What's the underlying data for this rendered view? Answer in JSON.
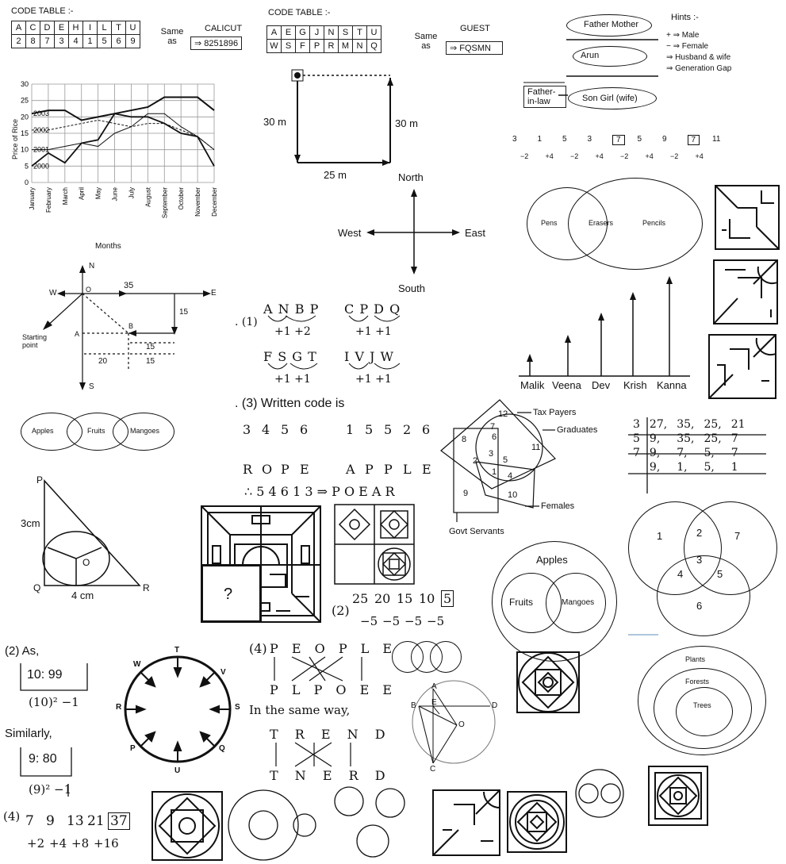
{
  "code1": {
    "heading": "CODE TABLE :-",
    "letters": [
      "A",
      "C",
      "D",
      "E",
      "H",
      "I",
      "L",
      "T",
      "U"
    ],
    "digits": [
      "2",
      "8",
      "7",
      "3",
      "4",
      "1",
      "5",
      "6",
      "9"
    ],
    "same_as": "Same as",
    "word": "CALICUT",
    "code": "⇒ 8251896"
  },
  "code2": {
    "heading": "CODE TABLE :-",
    "letters": [
      "A",
      "E",
      "G",
      "J",
      "N",
      "S",
      "T",
      "U"
    ],
    "digits": [
      "W",
      "S",
      "F",
      "P",
      "R",
      "M",
      "N",
      "Q"
    ],
    "same_as": "Same as",
    "word": "GUEST",
    "code": "⇒ FQSMN"
  },
  "family": {
    "top": "Father Mother",
    "arun": "Arun",
    "fil": "Father-in-law",
    "bottom": "Son   Girl (wife)",
    "hints_title": "Hints :-",
    "hints": [
      "+ ⇒ Male",
      "− ⇒ Female",
      "⇒ Husband & wife",
      "⇒ Generation Gap"
    ]
  },
  "series1": {
    "terms": [
      "3",
      "1",
      "5",
      "3",
      "7",
      "5",
      "9",
      "7",
      "11"
    ],
    "diffs": [
      "−2",
      "+4",
      "−2",
      "+4",
      "−2",
      "+4",
      "−2",
      "+4"
    ]
  },
  "chart_data": {
    "type": "line",
    "ylabel": "Price of Rice",
    "xlabel": "Months",
    "categories": [
      "January",
      "February",
      "March",
      "April",
      "May",
      "June",
      "July",
      "August",
      "September",
      "October",
      "November",
      "December"
    ],
    "ylim": [
      0,
      30
    ],
    "yticks": [
      "30",
      "25",
      "20",
      "15",
      "10",
      "5",
      "0"
    ],
    "series": [
      {
        "name": "2003",
        "values": [
          21,
          22,
          22,
          19,
          20,
          21,
          22,
          23,
          26,
          26,
          26,
          22
        ]
      },
      {
        "name": "2002",
        "values": [
          16,
          16,
          17,
          18,
          19,
          18,
          17,
          18,
          18,
          16,
          14,
          10
        ]
      },
      {
        "name": "2001",
        "values": [
          10,
          10,
          11,
          12,
          11,
          15,
          17,
          21,
          21,
          17,
          14,
          10
        ]
      },
      {
        "name": "2000",
        "values": [
          5,
          9,
          6,
          12,
          13,
          21,
          20,
          20,
          18,
          15,
          14,
          5
        ]
      }
    ]
  },
  "rect_path": {
    "left": "30 m",
    "right": "30 m",
    "bottom": "25 m"
  },
  "compass": {
    "north": "North",
    "south": "South",
    "east": "East",
    "west": "West"
  },
  "venn_pens": {
    "a": "Pens",
    "b": "Erasers",
    "c": "Pencils"
  },
  "heights": [
    "Malik",
    "Veena",
    "Dev",
    "Krish",
    "Kanna"
  ],
  "direction": {
    "n": "N",
    "s": "S",
    "e": "E",
    "w": "W",
    "o": "O",
    "d35": "35",
    "d15": "15",
    "a": "A",
    "b": "B",
    "d20": "20",
    "d15b": "15",
    "d15c": "15",
    "start": "Starting point"
  },
  "letters1": {
    "num": ". (1)",
    "g1": "A N B P",
    "g1d": "+1  +2",
    "g2": "C P D Q",
    "g2d": "+1  +1",
    "g3": "F S G T",
    "g3d": "+1  +1",
    "g4": "I V J W",
    "g4d": "+1  +1"
  },
  "written": {
    "title": ". (3) Written code is",
    "n1": [
      "3",
      "4",
      "5",
      "6"
    ],
    "w1": [
      "R",
      "O",
      "P",
      "E"
    ],
    "n2": [
      "1",
      "5",
      "5",
      "2",
      "6"
    ],
    "w2": [
      "A",
      "P",
      "P",
      "L",
      "E"
    ],
    "result": "∴ 5 4 6 1 3 ⇒ P O E A R"
  },
  "venn_tax": {
    "tax": "Tax Payers",
    "grad": "Graduates",
    "fem": "Females",
    "govt": "Govt Servants",
    "nums": [
      "12",
      "7",
      "6",
      "8",
      "11",
      "3",
      "2",
      "5",
      "1",
      "4",
      "9",
      "10"
    ]
  },
  "division": {
    "rows": [
      [
        "3",
        "27,",
        "35,",
        "25,",
        "21"
      ],
      [
        "5",
        "9,",
        "35,",
        "25,",
        "7"
      ],
      [
        "7",
        "9,",
        "7,",
        "5,",
        "7"
      ],
      [
        "",
        "9,",
        "1,",
        "5,",
        "1"
      ]
    ]
  },
  "venn_fruits": {
    "a": "Apples",
    "b": "Fruits",
    "c": "Mangoes"
  },
  "triangle": {
    "p": "P",
    "q": "Q",
    "r": "R",
    "o": "O",
    "side": "3cm",
    "base": "4 cm"
  },
  "question_mark": "?",
  "series2": {
    "num": "(2)",
    "terms": [
      "25",
      "20",
      "15",
      "10",
      "5"
    ],
    "diffs": [
      "−5",
      "−5",
      "−5",
      "−5"
    ]
  },
  "venn_apples": {
    "outer": "Apples",
    "a": "Fruits",
    "b": "Mangoes"
  },
  "venn3": {
    "nums": [
      "1",
      "2",
      "7",
      "3",
      "4",
      "5",
      "6"
    ]
  },
  "analogy": {
    "as": "(2) As,",
    "pair1": "10:   99",
    "f1": "(10)² −1",
    "similarly": "Similarly,",
    "pair2": "9:   80",
    "f2": "(9)² −1"
  },
  "clock": {
    "t": "T",
    "v": "V",
    "s": "S",
    "q": "Q",
    "u": "U",
    "p": "P",
    "r": "R",
    "w": "W"
  },
  "people": {
    "num": "(4)",
    "top": "P E O P L E",
    "bottom": "P L P O E E",
    "same": "In the same way,",
    "top2": "T R E N D",
    "bottom2": "T N E R D"
  },
  "circle_geo": {
    "a": "A",
    "b": "B",
    "e": "E",
    "d": "D",
    "o": "O",
    "c": "C"
  },
  "nested": {
    "a": "Plants",
    "b": "Forests",
    "c": "Trees"
  },
  "series3": {
    "num": "(4)",
    "terms": [
      "7",
      "9",
      "13",
      "21",
      "37"
    ],
    "diffs": [
      "+2",
      "+4",
      "+8",
      "+16"
    ]
  }
}
